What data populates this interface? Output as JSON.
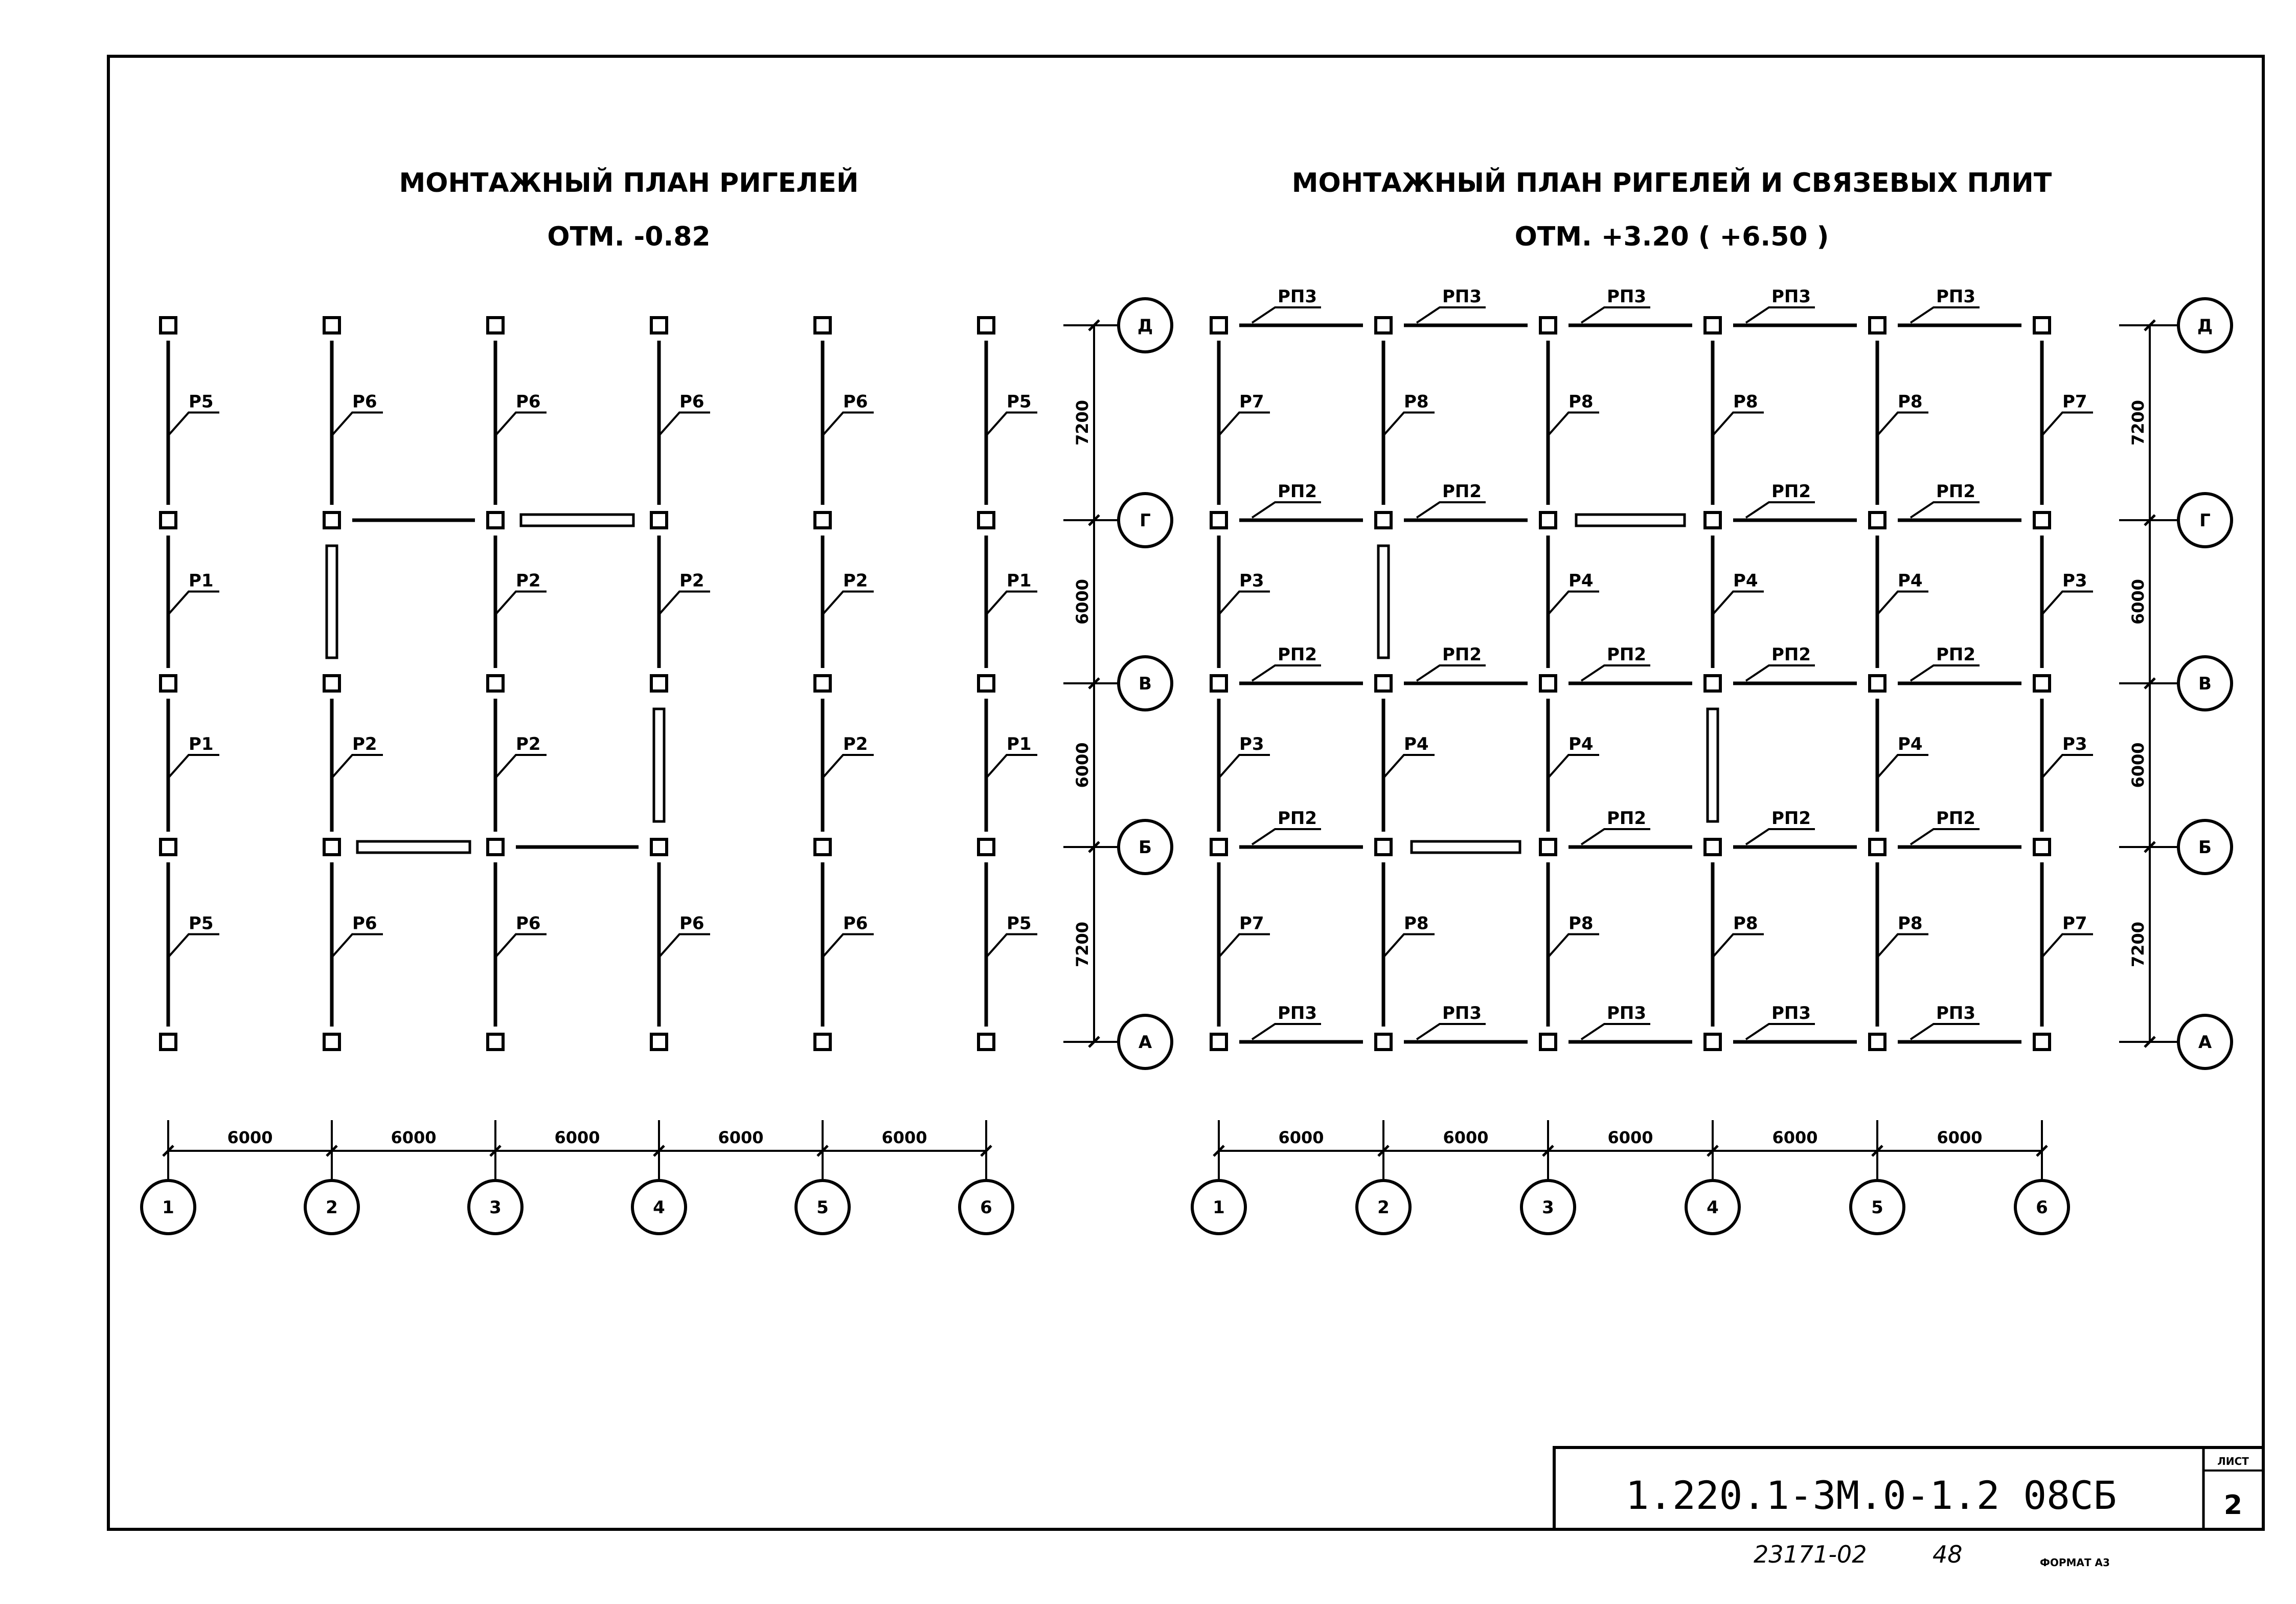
{
  "left_plan": {
    "title": "МОНТАЖНЫЙ ПЛАН РИГЕЛЕЙ",
    "elevation": "ОТМ. -0.82",
    "rows": [
      [
        "Р5",
        "Р6",
        "Р6",
        "Р6",
        "Р6",
        "Р5"
      ],
      [
        "Р1",
        "",
        "Р2",
        "Р2",
        "Р2",
        "Р1"
      ],
      [
        "Р1",
        "Р2",
        "Р2",
        "",
        "Р2",
        "Р1"
      ],
      [
        "Р5",
        "Р6",
        "Р6",
        "Р6",
        "Р6",
        "Р5"
      ]
    ],
    "dims_x": [
      "6000",
      "6000",
      "6000",
      "6000",
      "6000"
    ],
    "axes_x": [
      "1",
      "2",
      "3",
      "4",
      "5",
      "6"
    ]
  },
  "right_plan": {
    "title": "МОНТАЖНЫЙ ПЛАН РИГЕЛЕЙ И СВЯЗЕВЫХ ПЛИТ",
    "elevation": "ОТМ. +3.20 ( +6.50 )",
    "rows": [
      [
        "Р7",
        "Р8",
        "Р8",
        "Р8",
        "Р8",
        "Р7"
      ],
      [
        "Р3",
        "",
        "Р4",
        "Р4",
        "Р4",
        "Р3"
      ],
      [
        "Р3",
        "Р4",
        "Р4",
        "",
        "Р4",
        "Р3"
      ],
      [
        "Р7",
        "Р8",
        "Р8",
        "Р8",
        "Р8",
        "Р7"
      ]
    ],
    "horiz": [
      [
        "РП3",
        "РП3",
        "РП3",
        "РП3",
        "РП3"
      ],
      [
        "РП2",
        "РП2",
        "",
        "РП2",
        "РП2"
      ],
      [
        "РП2",
        "РП2",
        "РП2",
        "РП2",
        "РП2"
      ],
      [
        "РП2",
        "",
        "РП2",
        "РП2",
        "РП2"
      ],
      [
        "РП3",
        "РП3",
        "РП3",
        "РП3",
        "РП3"
      ]
    ],
    "dims_x": [
      "6000",
      "6000",
      "6000",
      "6000",
      "6000"
    ],
    "axes_x": [
      "1",
      "2",
      "3",
      "4",
      "5",
      "6"
    ]
  },
  "axes_y": [
    "Д",
    "Г",
    "В",
    "Б",
    "А"
  ],
  "dims_y": [
    "7200",
    "6000",
    "6000",
    "7200"
  ],
  "stamp": {
    "code": "1.220.1-3М.0-1.2 08СБ",
    "sheet_label": "ЛИСТ",
    "sheet_number": "2"
  },
  "footer": {
    "inventory": "23171-02",
    "page": "48",
    "format": "ФОРМАТ А3"
  }
}
